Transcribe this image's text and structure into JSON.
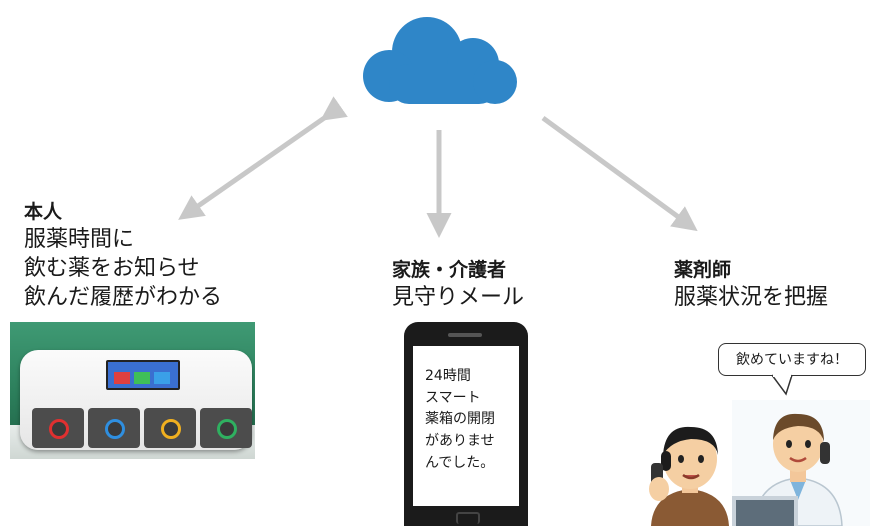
{
  "cloud": {
    "icon": "cloud-icon",
    "color": "#2f86c8"
  },
  "arrow_color": "#c8c8c8",
  "self": {
    "heading": "本人",
    "lines": [
      "服薬時間に",
      "飲む薬をお知らせ",
      "飲んだ履歴がわかる"
    ]
  },
  "family": {
    "heading": "家族・介護者",
    "lines": [
      "見守りメール"
    ],
    "phone_message": "24時間\nスマート\n薬箱の開閉\nがありませ\nんでした。"
  },
  "pharmacist": {
    "heading": "薬剤師",
    "lines": [
      "服薬状況を把握"
    ],
    "speech": "飲めていますね！"
  },
  "pill_slot_colors": [
    "#e03030",
    "#2f8fe0",
    "#f0b020",
    "#2fb060"
  ]
}
